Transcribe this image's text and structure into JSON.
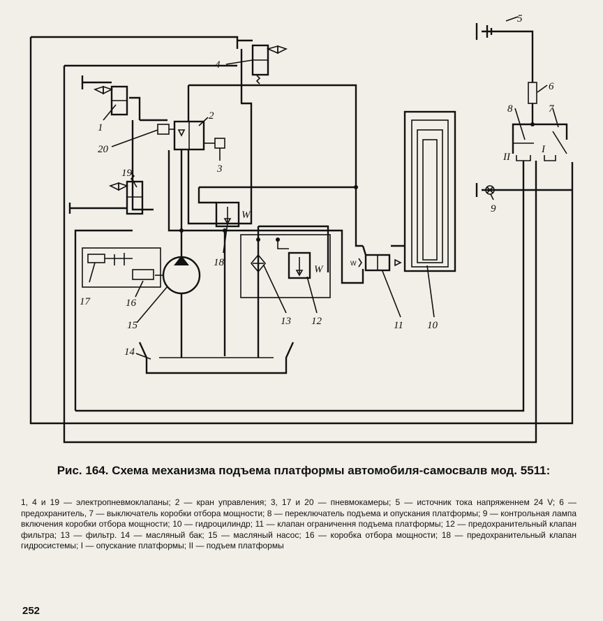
{
  "diagram": {
    "labels": {
      "n1": "1",
      "n2": "2",
      "n3": "3",
      "n4": "4",
      "n5": "5",
      "n6": "6",
      "n7": "7",
      "n8": "8",
      "n9": "9",
      "n10": "10",
      "n11": "11",
      "n12": "12",
      "n13": "13",
      "n14": "14",
      "n15": "15",
      "n16": "16",
      "n17": "17",
      "n18": "18",
      "n19": "19",
      "n20": "20",
      "switch_pos_II": "II",
      "switch_pos_I": "I",
      "valve_mark_w12": "W",
      "valve_mark_w18": "W",
      "valve_mark_w11": "W"
    }
  },
  "caption": {
    "title": "Рис. 164. Схема механизма подъема платформы автомобиля-самосвалв мод. 5511:",
    "body": "1, 4 и 19 — электропневмоклапаны; 2 — кран управления; 3, 17 и 20 — пневмокамеры; 5 — источник тока напряженнем 24 V; 6 — предохранитель, 7 — выключатель коробки отбора мощности; 8 — переключатель подъема и опускания платформы; 9 — контрольная лампа включения коробки отбора мощности; 10 — гидроцилиндр; 11 — клапан ограничення подъема платформы; 12 — предохранительный клапан фильтра; 13 — фильтр. 14 — масляный бак; 15 — масляный насос; 16 — коробка отбора мощности; 18 — предохранительный клапан гидросистемы; I — опускание платформы; II — подъем платформы"
  },
  "page": {
    "number": "252"
  }
}
